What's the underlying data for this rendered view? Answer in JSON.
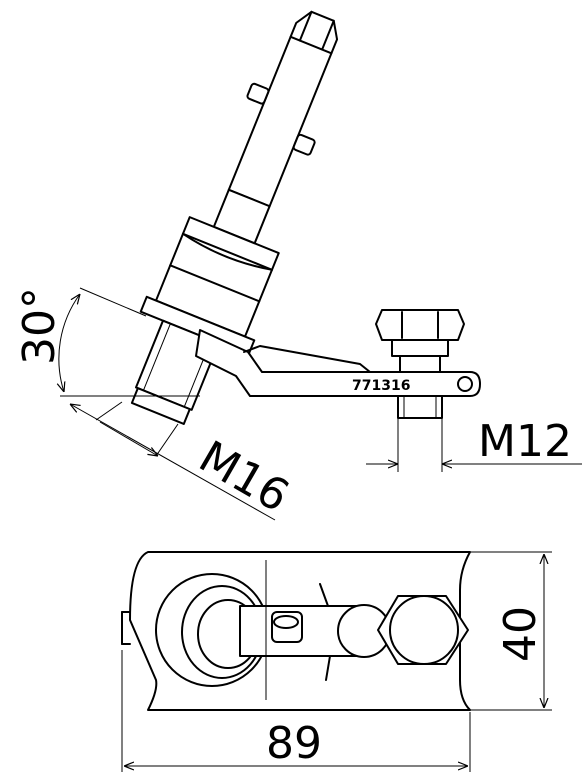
{
  "part_marking": "771316",
  "dimensions": {
    "angle": "30°",
    "thread_large": "M16",
    "thread_small": "M12",
    "width": "40",
    "length": "89"
  },
  "icons": [
    "arrowhead-icon"
  ]
}
